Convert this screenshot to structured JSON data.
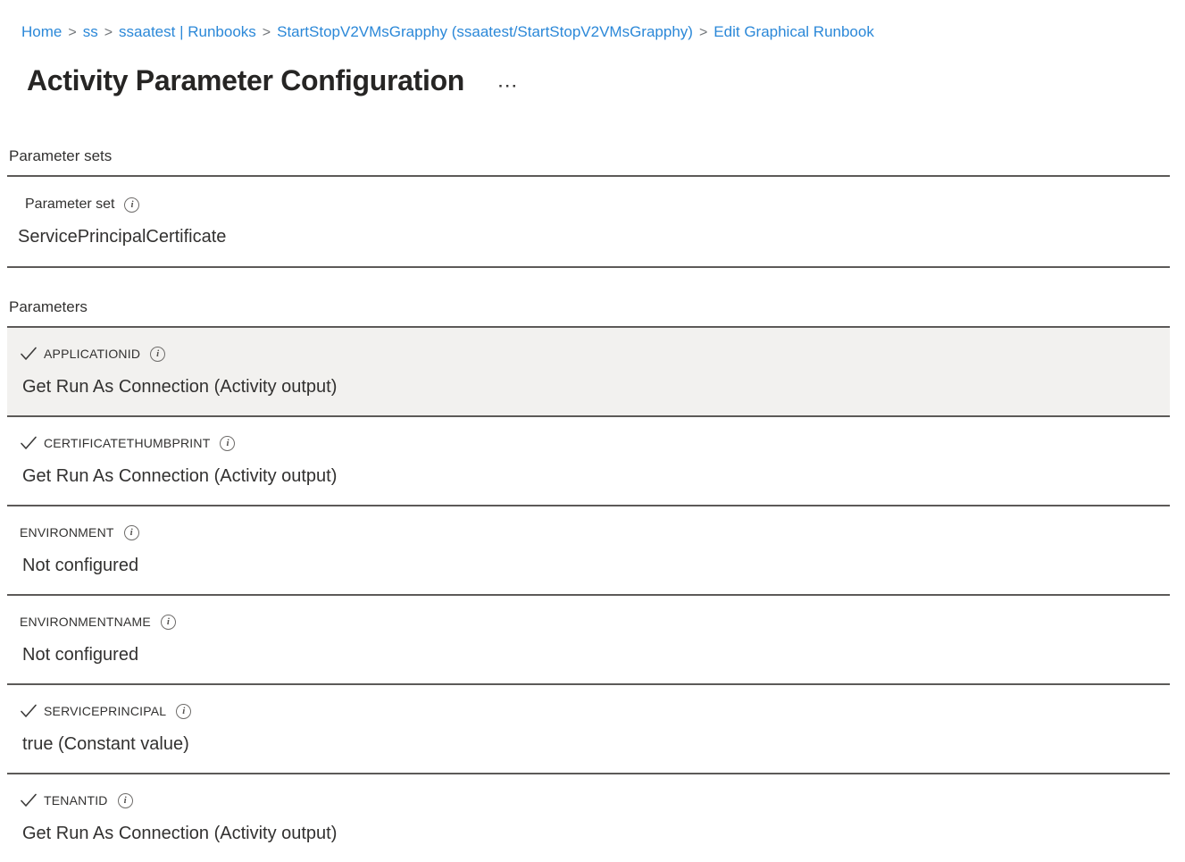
{
  "breadcrumb": {
    "separator": ">",
    "items": [
      "Home",
      "ss",
      "ssaatest | Runbooks",
      "StartStopV2VMsGrapphy (ssaatest/StartStopV2VMsGrapphy)",
      "Edit Graphical Runbook"
    ]
  },
  "header": {
    "title": "Activity Parameter Configuration",
    "more_options_glyph": "···"
  },
  "parameter_sets": {
    "section_label": "Parameter sets",
    "field_label": "Parameter set",
    "field_value": "ServicePrincipalCertificate"
  },
  "parameters": {
    "section_label": "Parameters",
    "rows": [
      {
        "checked": true,
        "selected": true,
        "name": "APPLICATIONID",
        "value": "Get Run As Connection (Activity output)"
      },
      {
        "checked": true,
        "selected": false,
        "name": "CERTIFICATETHUMBPRINT",
        "value": "Get Run As Connection (Activity output)"
      },
      {
        "checked": false,
        "selected": false,
        "name": "ENVIRONMENT",
        "value": "Not configured"
      },
      {
        "checked": false,
        "selected": false,
        "name": "ENVIRONMENTNAME",
        "value": "Not configured"
      },
      {
        "checked": true,
        "selected": false,
        "name": "SERVICEPRINCIPAL",
        "value": "true (Constant value)"
      },
      {
        "checked": true,
        "selected": false,
        "name": "TENANTID",
        "value": "Get Run As Connection (Activity output)"
      }
    ]
  },
  "icons": {
    "info_glyph": "i",
    "check_glyph": "✓"
  },
  "colors": {
    "text": "#323130",
    "link": "#2b88d8",
    "divider": "#5c5a58",
    "selected_bg": "#f2f1ef"
  }
}
